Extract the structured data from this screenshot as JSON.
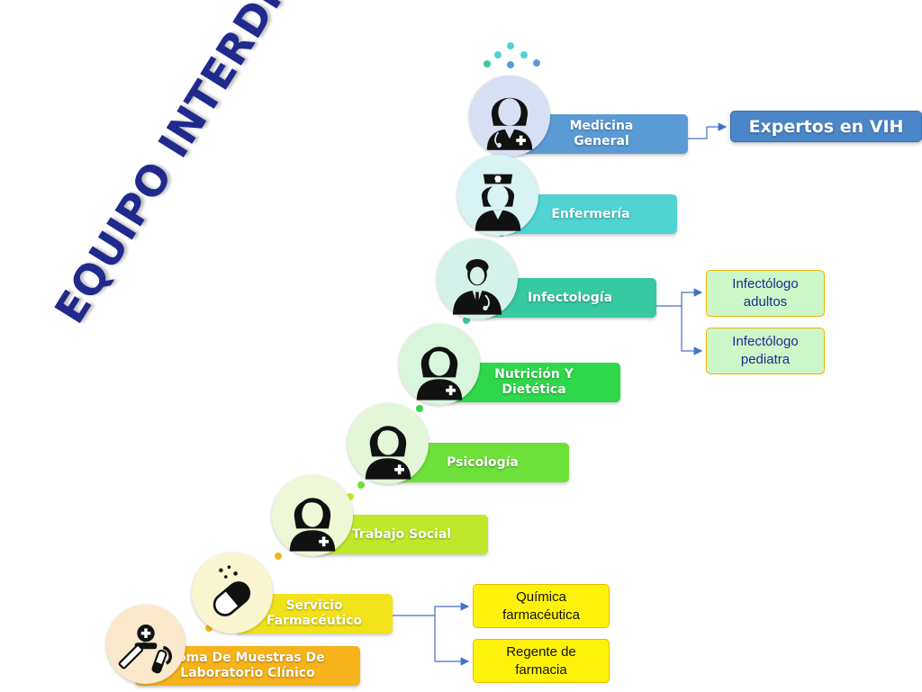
{
  "title": "EQUIPO INTERDISCIPLINARIO",
  "colors": {
    "title": "#1f2a8c",
    "medicina": "#5b9bd5",
    "enfermeria": "#4fd3d3",
    "infectologia": "#36c9a2",
    "nutricion": "#2fd84a",
    "psicologia": "#6ee03a",
    "trabajo": "#bfe82a",
    "farmaceutico": "#f2e21a",
    "muestras": "#f6b31a",
    "expertos": "#4a86c8",
    "subGreen": "#ccf7c8",
    "subYellow": "#fff20a",
    "connector": "#4472c4"
  },
  "steps": [
    {
      "id": "medicina",
      "label": "Medicina\nGeneral",
      "icon": "female-doctor-icon"
    },
    {
      "id": "enfermeria",
      "label": "Enfermería",
      "icon": "nurse-icon"
    },
    {
      "id": "infectologia",
      "label": "Infectología",
      "icon": "male-doctor-icon"
    },
    {
      "id": "nutricion",
      "label": "Nutrición Y\nDietética",
      "icon": "female-health-worker-icon"
    },
    {
      "id": "psicologia",
      "label": "Psicología",
      "icon": "female-health-worker-icon"
    },
    {
      "id": "trabajo",
      "label": "Trabajo Social",
      "icon": "female-health-worker-icon"
    },
    {
      "id": "farmaceutico",
      "label": "Servicio\nFarmacéutico",
      "icon": "pill-capsule-icon"
    },
    {
      "id": "muestras",
      "label": "Toma De Muestras De\nLaboratorio Clínico",
      "icon": "lab-sample-icon"
    }
  ],
  "branches": {
    "expertos": "Expertos en VIH",
    "infectologo_adultos": "Infectólogo\nadultos",
    "infectologo_pediatra": "Infectólogo\npediatra",
    "quimica": "Química\nfarmacéutica",
    "regente": "Regente de\nfarmacia"
  }
}
